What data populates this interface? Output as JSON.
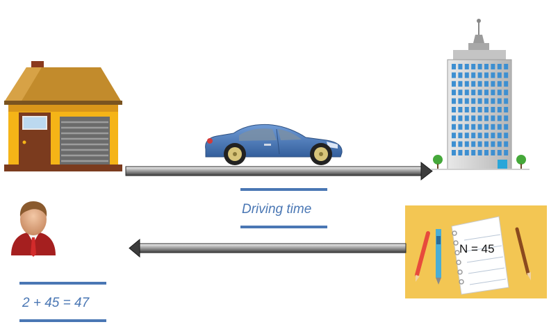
{
  "labels": {
    "driving_time": "Driving time",
    "equation": "2 + 45 = 47",
    "note": "N = 45"
  },
  "colors": {
    "accent": "#4a77b4",
    "house_wall": "#f5b417",
    "house_roof": "#c28b2c",
    "car_body": "#4f7fc0",
    "panel_bg": "#f3c653"
  },
  "icons": {
    "house": "house-icon",
    "car": "car-icon",
    "building": "office-building-icon",
    "person": "businessman-icon",
    "notepad": "notepad-icon"
  }
}
